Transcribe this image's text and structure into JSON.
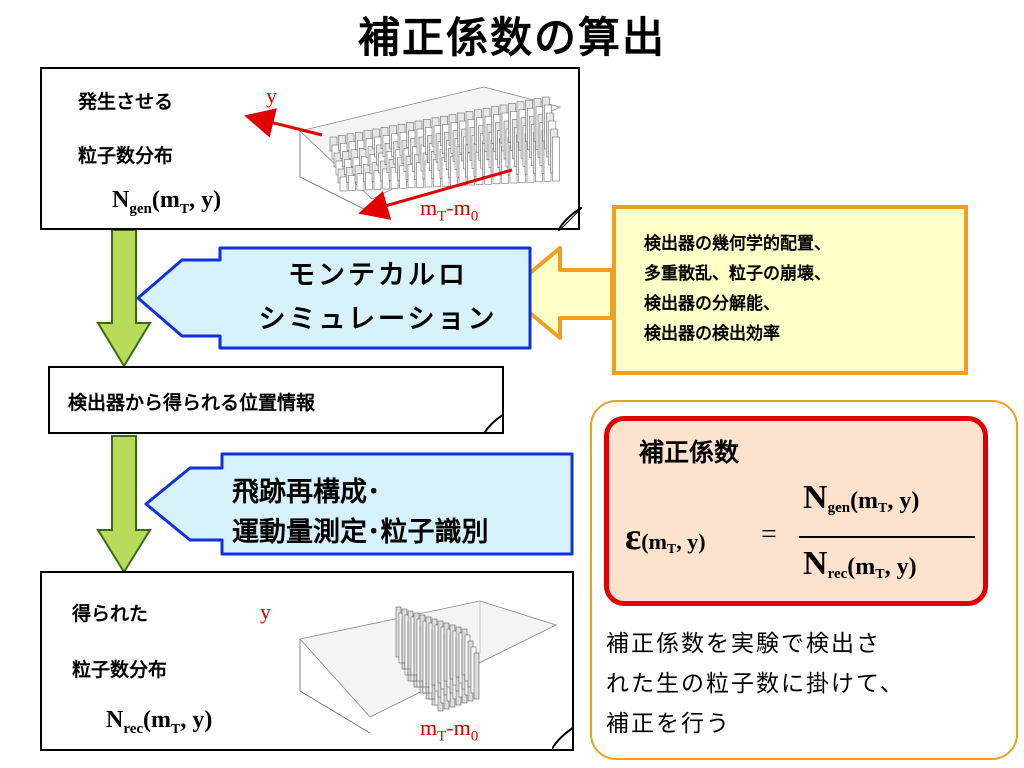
{
  "title": "補正係数の算出",
  "gen_box": {
    "label_line1": "発生させる",
    "label_line2": "粒子数分布",
    "formula_main": "N",
    "formula_sub": "gen",
    "formula_args_open": "(m",
    "formula_args_sub": "T",
    "formula_args_close": ", y)",
    "axis_y": "y",
    "axis_x_main": "m",
    "axis_x_sub1": "T",
    "axis_x_mid": "-m",
    "axis_x_sub2": "0"
  },
  "mc_box": {
    "line1": "モンテカルロ",
    "line2": "シミュレーション"
  },
  "factors_box": {
    "line1": "検出器の幾何学的配置、",
    "line2": "多重散乱、粒子の崩壊、",
    "line3": "検出器の分解能、",
    "line4": "検出器の検出効率"
  },
  "position_box": {
    "label": "検出器から得られる位置情報"
  },
  "recon_box": {
    "line1": "飛跡再構成･",
    "line2": "運動量測定･粒子識別"
  },
  "rec_box": {
    "label_line1": "得られた",
    "label_line2": "粒子数分布",
    "formula_main": "N",
    "formula_sub": "rec",
    "formula_args_open": "(m",
    "formula_args_sub": "T",
    "formula_args_close": ", y)",
    "axis_y": "y",
    "axis_x_main": "m",
    "axis_x_sub1": "T",
    "axis_x_mid": "-m",
    "axis_x_sub2": "0"
  },
  "correction": {
    "heading": "補正係数",
    "epsilon": "ε",
    "lhs_args": "(m",
    "lhs_sub": "T",
    "lhs_close": ", y)",
    "equals": "=",
    "num_main": "N",
    "num_sub": "gen",
    "num_args": "(m",
    "num_args_sub": "T",
    "num_close": ", y)",
    "den_main": "N",
    "den_sub": "rec",
    "den_args": "(m",
    "den_args_sub": "T",
    "den_close": ", y)",
    "description_line1": "補正係数を実験で検出さ",
    "description_line2": "れた生の粒子数に掛けて、",
    "description_line3": "補正を行う"
  },
  "colors": {
    "red": "#e00000",
    "green_arrow": "#b8dc5a",
    "blue_border": "#1030e0",
    "mc_fill": "#d8f2fb",
    "orange_border": "#f0a020",
    "yellow_fill": "#ffffc8",
    "peach_fill": "#fde3cd"
  }
}
